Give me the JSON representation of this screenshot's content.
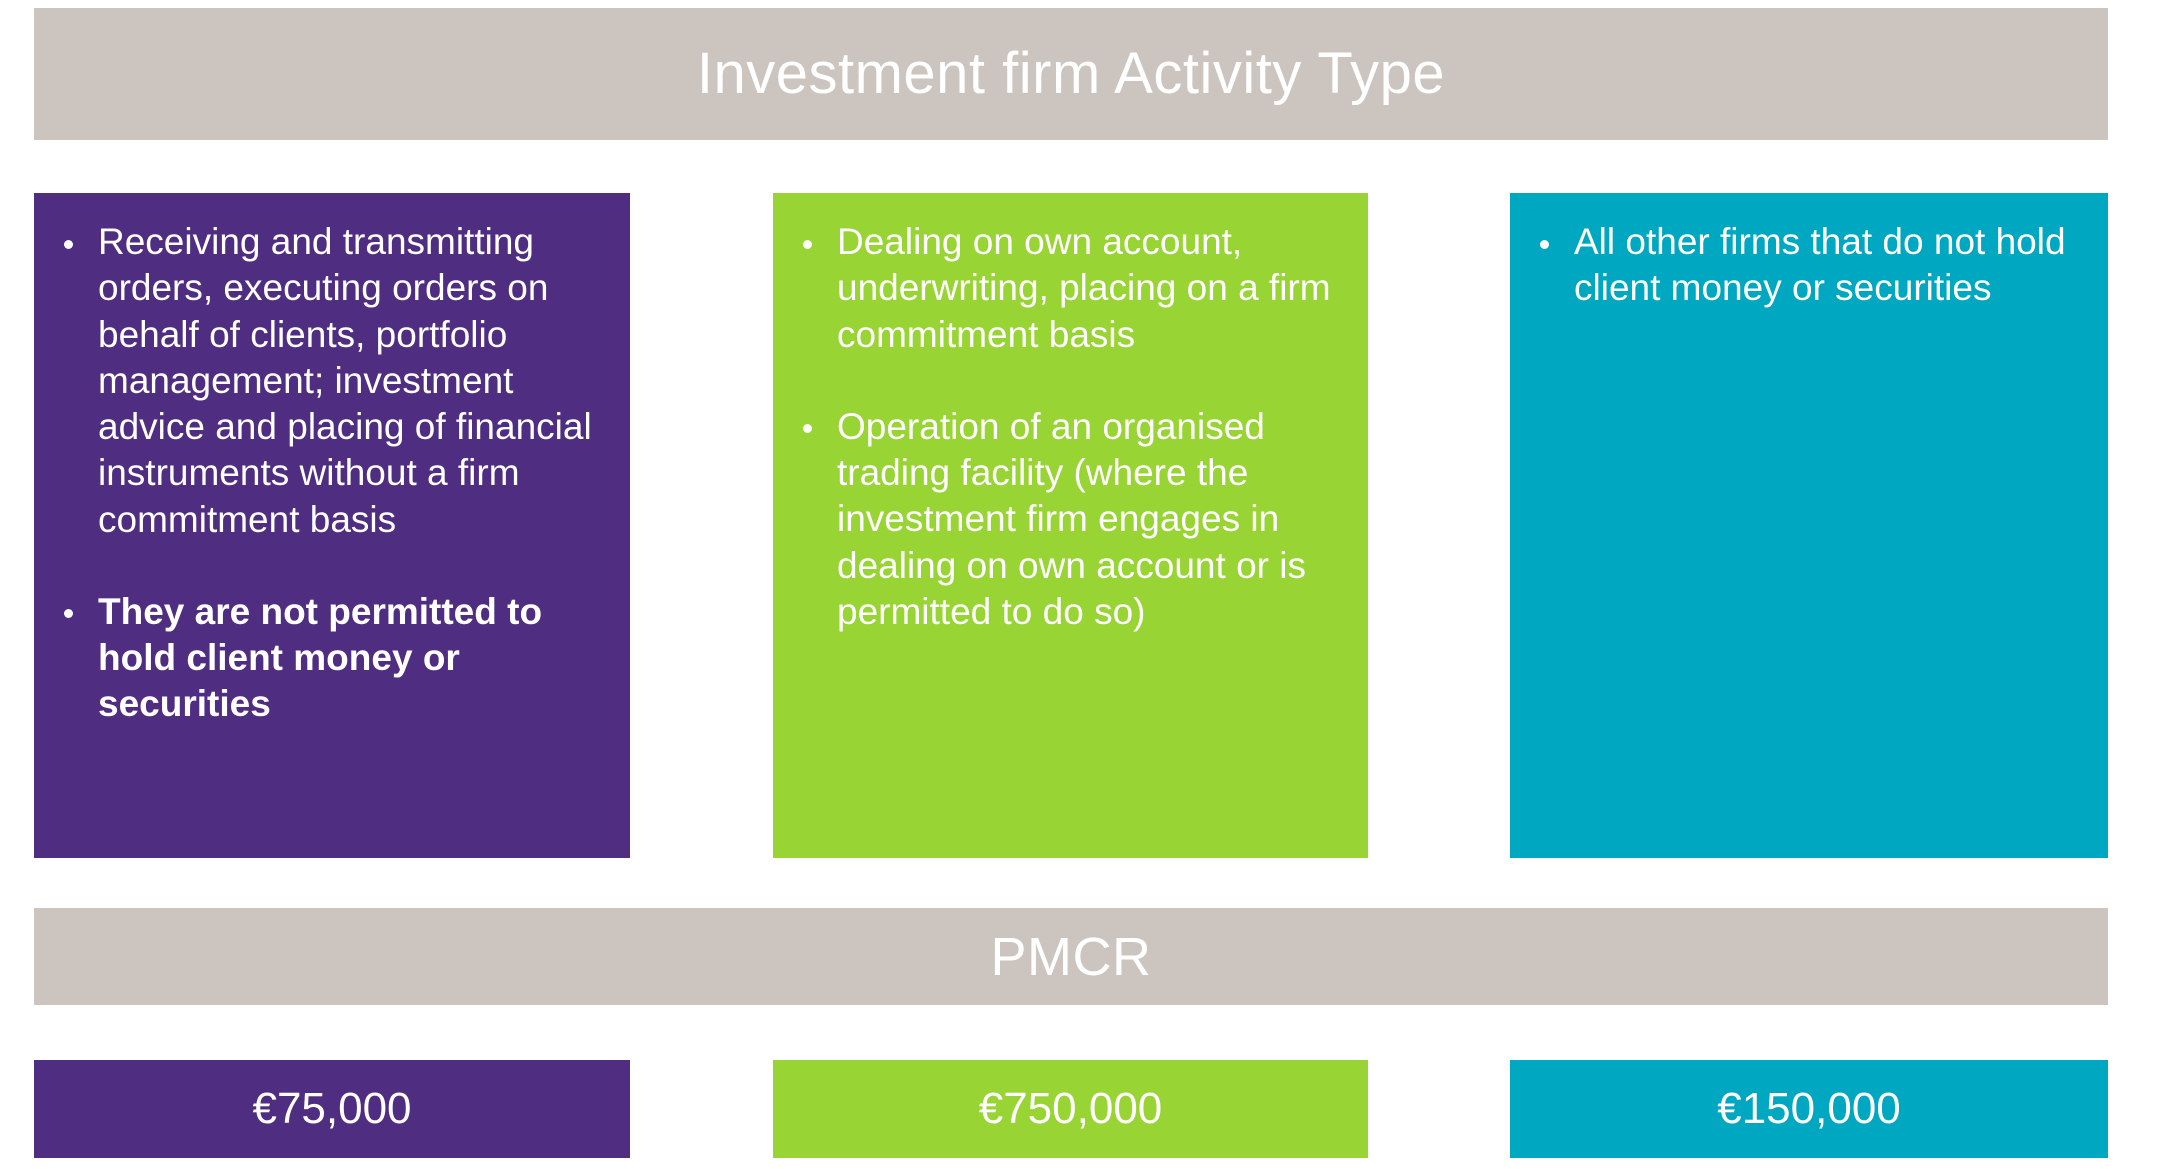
{
  "colors": {
    "banner": "#cbc4bf",
    "purple": "#4f2d80",
    "green": "#97d434",
    "teal": "#00a7c0",
    "text_on_fill": "#ffffff",
    "page_background": "#ffffff"
  },
  "header": {
    "title": "Investment firm Activity Type"
  },
  "pmcr_header": {
    "title": "PMCR"
  },
  "columns": [
    {
      "id": "class-2-rtx",
      "color": "#4f2d80",
      "bullets": [
        {
          "text": "Receiving and transmitting orders, executing orders on behalf of clients, portfolio management; investment advice and placing of financial instruments without a firm commitment basis",
          "bold": false
        },
        {
          "text": "They are not permitted to hold client money or securities",
          "bold": true
        }
      ],
      "pmcr_amount": "€75,000"
    },
    {
      "id": "dealing-own-account",
      "color": "#97d434",
      "bullets": [
        {
          "text": "Dealing on own account, underwriting, placing on a firm commitment basis",
          "bold": false
        },
        {
          "text": "Operation of an organised trading facility (where the investment firm engages in dealing on own account or is permitted to do so)",
          "bold": false
        }
      ],
      "pmcr_amount": "€750,000"
    },
    {
      "id": "all-other-firms",
      "color": "#00a7c0",
      "bullets": [
        {
          "text": "All other firms that do not hold client money or securities",
          "bold": false
        }
      ],
      "pmcr_amount": "€150,000"
    }
  ]
}
